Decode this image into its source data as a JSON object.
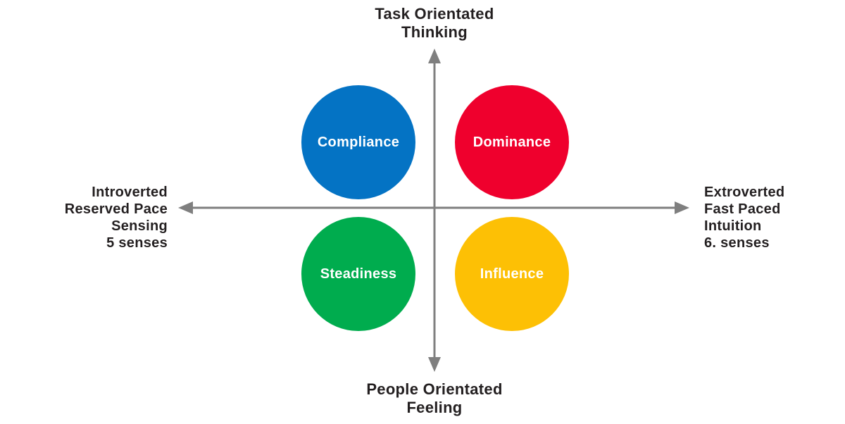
{
  "text_color": "#231f20",
  "axes": {
    "line_color": "#7f7f7f",
    "top": {
      "line1": "Task Orientated",
      "line2": "Thinking"
    },
    "bottom": {
      "line1": "People Orientated",
      "line2": "Feeling"
    },
    "left": {
      "lines": [
        "Introverted",
        "Reserved Pace",
        "Sensing",
        "5 senses"
      ]
    },
    "right": {
      "lines": [
        "Extroverted",
        "Fast Paced",
        "Intuition",
        "6. senses"
      ]
    }
  },
  "quadrants": {
    "top_left": {
      "label": "Compliance",
      "color": "#0473c4"
    },
    "top_right": {
      "label": "Dominance",
      "color": "#ef002d"
    },
    "bottom_left": {
      "label": "Steadiness",
      "color": "#00ac4e"
    },
    "bottom_right": {
      "label": "Influence",
      "color": "#fdc005"
    }
  }
}
